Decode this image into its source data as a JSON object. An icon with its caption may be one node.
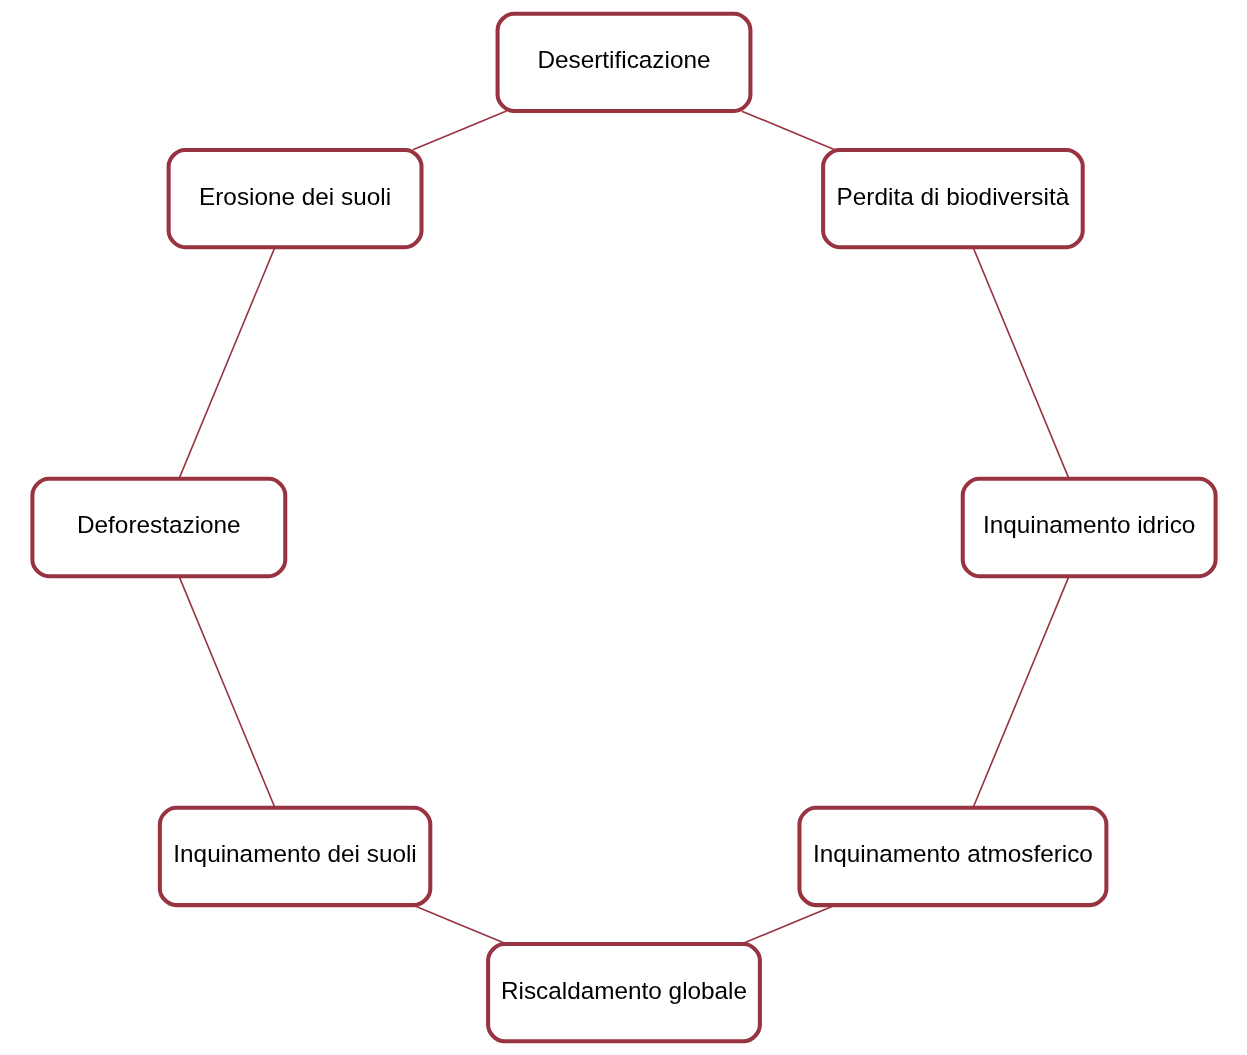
{
  "diagram": {
    "nodes": [
      {
        "text": [
          "Inquinamento atmosferico"
        ]
      },
      {
        "text": [
          "Inquinamento idrico"
        ]
      },
      {
        "text": [
          "Riscaldamento globale"
        ]
      },
      {
        "text": [
          "Perdita di biodiversità"
        ]
      },
      {
        "text": [
          "Inquinamento dei suoli"
        ]
      },
      {
        "text": [
          "Desertificazione"
        ]
      },
      {
        "text": [
          "Deforestazione"
        ]
      },
      {
        "text": [
          "Erosione dei suoli"
        ]
      }
    ],
    "edges": [
      {
        "from": 0,
        "to": 2,
        "arrow": "none"
      },
      {
        "from": 2,
        "to": 4,
        "arrow": "none"
      },
      {
        "from": 4,
        "to": 6,
        "arrow": "none"
      },
      {
        "from": 6,
        "to": 7,
        "arrow": "none"
      },
      {
        "from": 7,
        "to": 5,
        "arrow": "none"
      },
      {
        "from": 5,
        "to": 3,
        "arrow": "none"
      },
      {
        "from": 3,
        "to": 1,
        "arrow": "none"
      },
      {
        "from": 1,
        "to": 0,
        "arrow": "none"
      }
    ]
  }
}
